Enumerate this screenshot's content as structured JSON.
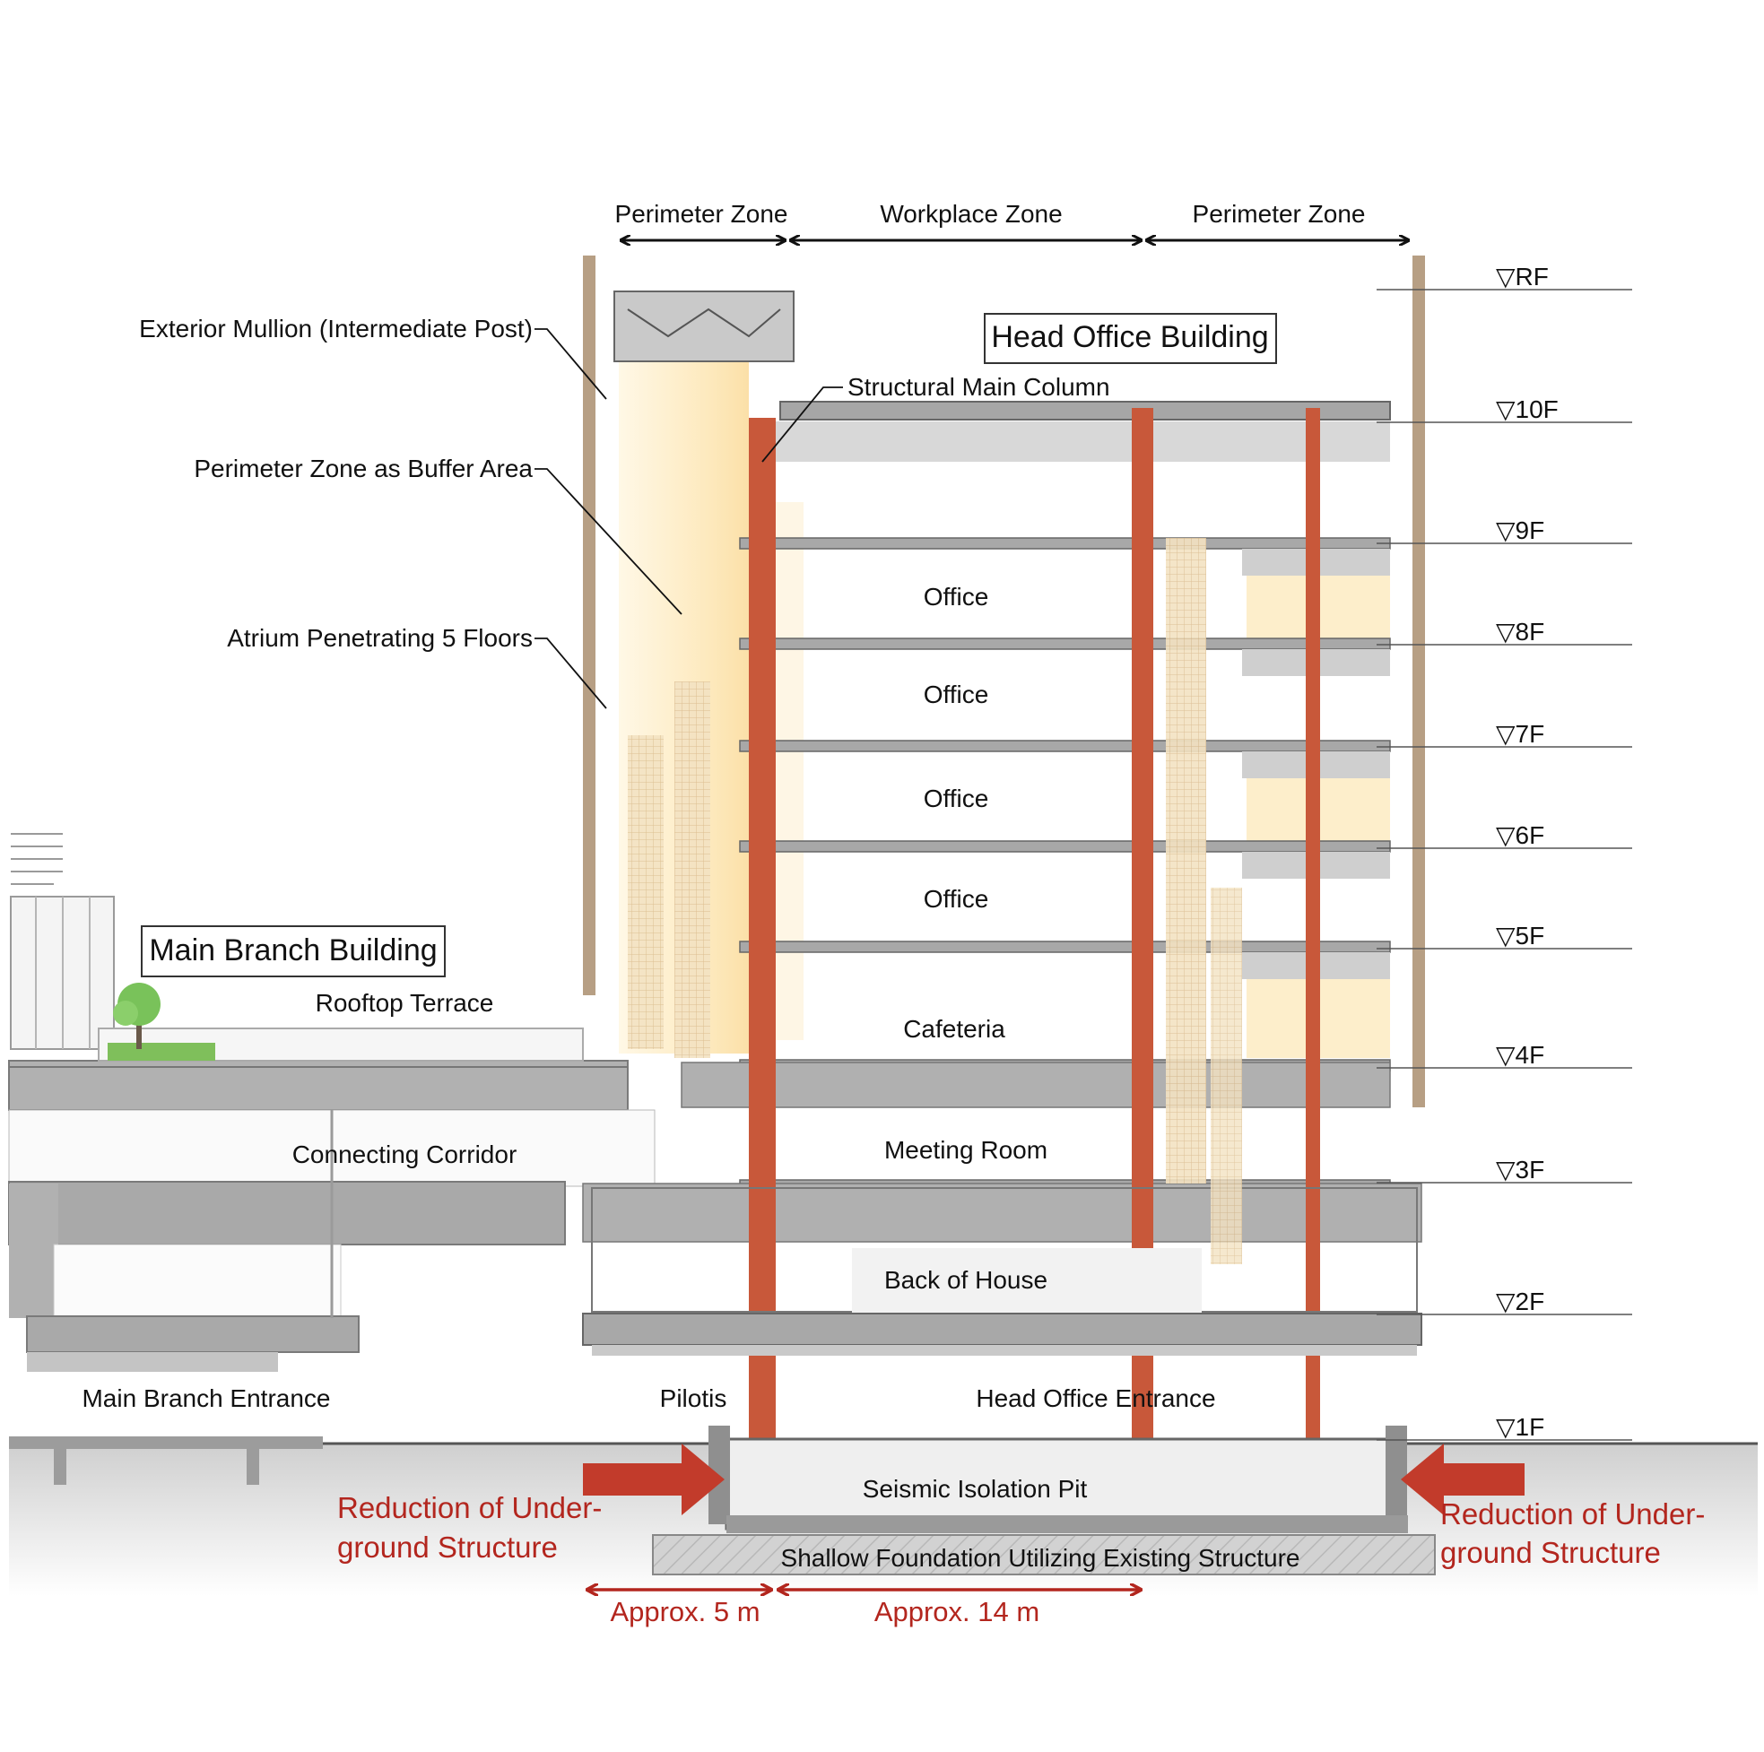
{
  "zones": {
    "perimeter_left": "Perimeter Zone",
    "workplace": "Workplace Zone",
    "perimeter_right": "Perimeter Zone"
  },
  "buildings": {
    "head_office": "Head Office Building",
    "main_branch": "Main Branch Building"
  },
  "callouts": {
    "exterior_mullion": "Exterior Mullion (Intermediate Post)",
    "perimeter_buffer": "Perimeter Zone as Buffer Area",
    "atrium": "Atrium Penetrating 5 Floors",
    "structural_column": "Structural Main Column"
  },
  "rooms": {
    "office_8f": "Office",
    "office_7f": "Office",
    "office_6f": "Office",
    "office_5f": "Office",
    "cafeteria": "Cafeteria",
    "meeting_room": "Meeting Room",
    "back_of_house": "Back of House",
    "rooftop_terrace": "Rooftop Terrace",
    "connecting_corridor": "Connecting Corridor",
    "main_branch_entrance": "Main Branch Entrance",
    "pilotis": "Pilotis",
    "head_office_entrance": "Head Office Entrance",
    "seismic_pit": "Seismic Isolation Pit",
    "shallow_foundation": "Shallow Foundation Utilizing Existing Structure"
  },
  "levels": [
    "▽RF",
    "▽10F",
    "▽9F",
    "▽8F",
    "▽7F",
    "▽6F",
    "▽5F",
    "▽4F",
    "▽3F",
    "▽2F",
    "▽1F"
  ],
  "annotations": {
    "reduction_left_line1": "Reduction of Under-",
    "reduction_left_line2": "ground Structure",
    "reduction_right_line1": "Reduction of Under-",
    "reduction_right_line2": "ground Structure",
    "dim_5m": "Approx. 5 m",
    "dim_14m": "Approx. 14 m"
  },
  "colors": {
    "column": "#c8583a",
    "accent_red": "#b3261e",
    "slab": "#a8a8a8",
    "slab_dark": "#8f8f8f",
    "atrium_glow": "#fdeecb",
    "facade": "#b79f84",
    "ground": "#dcdcdc"
  }
}
